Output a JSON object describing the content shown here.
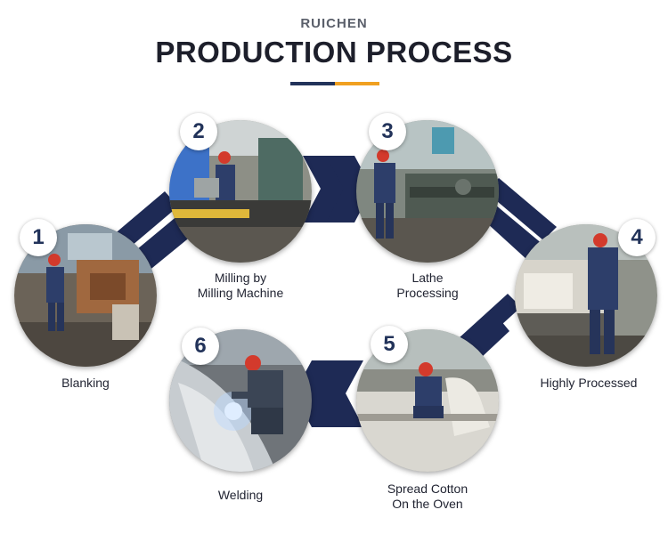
{
  "header": {
    "brand": "RUICHEN",
    "title": "PRODUCTION PROCESS",
    "accent_colors": [
      "#22335a",
      "#f0a020"
    ]
  },
  "arrow_color": "#1e2a55",
  "steps": [
    {
      "number": "1",
      "label_lines": [
        "Blanking"
      ],
      "icon": "blanking-photo"
    },
    {
      "number": "2",
      "label_lines": [
        "Milling by",
        "Milling Machine"
      ],
      "icon": "milling-photo"
    },
    {
      "number": "3",
      "label_lines": [
        "Lathe",
        "Processing"
      ],
      "icon": "lathe-photo"
    },
    {
      "number": "4",
      "label_lines": [
        "Highly Processed"
      ],
      "icon": "processing-photo"
    },
    {
      "number": "5",
      "label_lines": [
        "Spread Cotton",
        "On the Oven"
      ],
      "icon": "spread-cotton-photo"
    },
    {
      "number": "6",
      "label_lines": [
        "Welding"
      ],
      "icon": "welding-photo"
    }
  ]
}
